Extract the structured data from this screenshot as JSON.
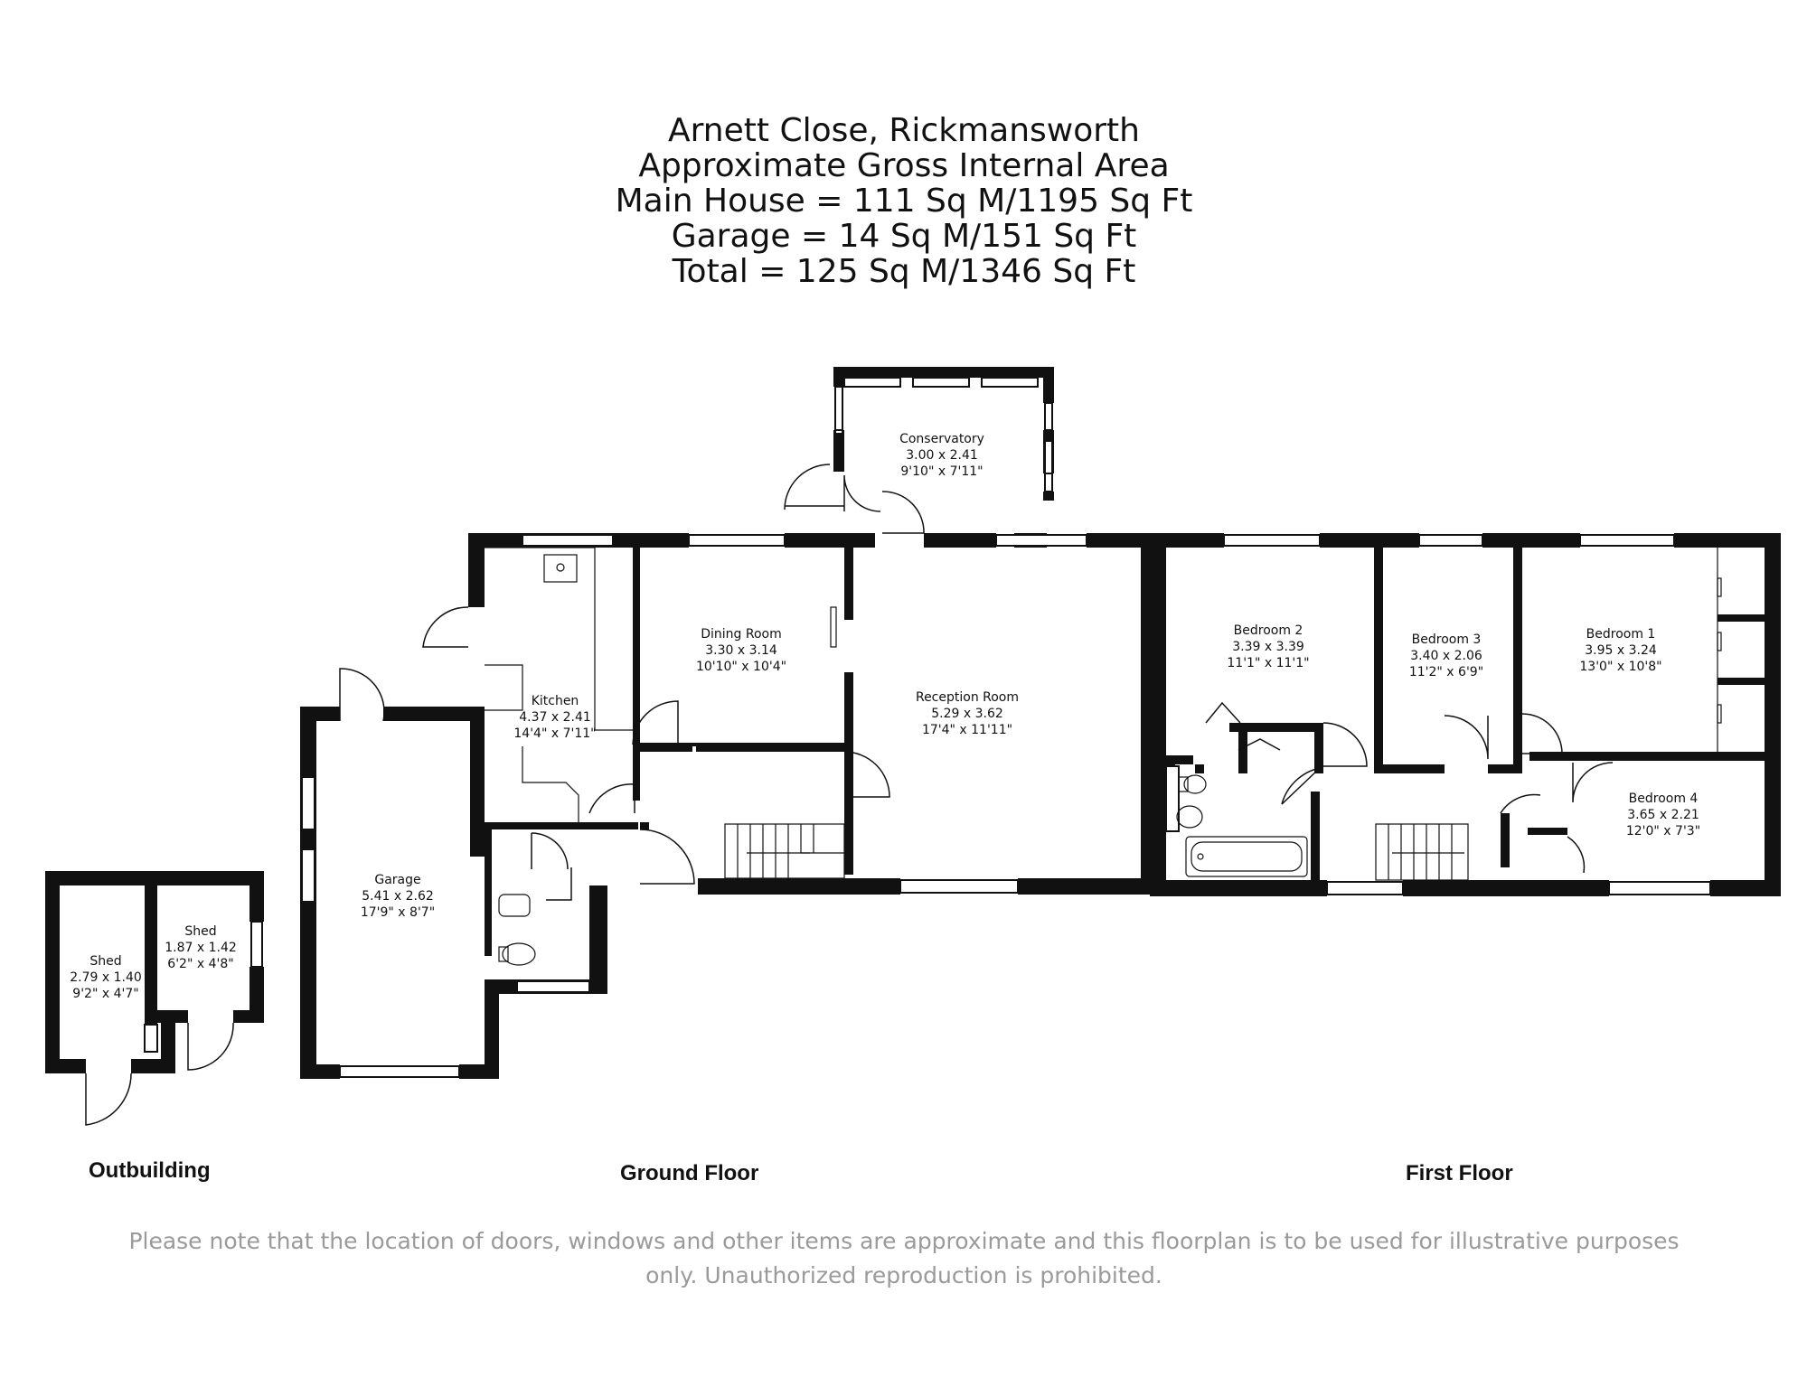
{
  "header": {
    "lines": [
      "Arnett Close, Rickmansworth",
      "Approximate Gross Internal Area",
      "Main House = 111 Sq M/1195 Sq Ft",
      "Garage = 14 Sq M/151 Sq Ft",
      "Total = 125 Sq M/1346 Sq Ft"
    ]
  },
  "rooms": {
    "conservatory": {
      "name": "Conservatory",
      "metric": "3.00 x 2.41",
      "imperial": "9'10\" x 7'11\""
    },
    "dining": {
      "name": "Dining Room",
      "metric": "3.30 x 3.14",
      "imperial": "10'10\" x 10'4\""
    },
    "kitchen": {
      "name": "Kitchen",
      "metric": "4.37 x 2.41",
      "imperial": "14'4\" x 7'11\""
    },
    "reception": {
      "name": "Reception Room",
      "metric": "5.29 x 3.62",
      "imperial": "17'4\" x 11'11\""
    },
    "garage": {
      "name": "Garage",
      "metric": "5.41 x 2.62",
      "imperial": "17'9\" x 8'7\""
    },
    "shed1": {
      "name": "Shed",
      "metric": "2.79 x 1.40",
      "imperial": "9'2\" x 4'7\""
    },
    "shed2": {
      "name": "Shed",
      "metric": "1.87 x 1.42",
      "imperial": "6'2\" x 4'8\""
    },
    "bedroom2": {
      "name": "Bedroom 2",
      "metric": "3.39 x 3.39",
      "imperial": "11'1\" x 11'1\""
    },
    "bedroom3": {
      "name": "Bedroom 3",
      "metric": "3.40 x 2.06",
      "imperial": "11'2\" x 6'9\""
    },
    "bedroom1": {
      "name": "Bedroom 1",
      "metric": "3.95 x 3.24",
      "imperial": "13'0\" x 10'8\""
    },
    "bedroom4": {
      "name": "Bedroom 4",
      "metric": "3.65 x 2.21",
      "imperial": "12'0\" x 7'3\""
    }
  },
  "labels": {
    "outbuilding": "Outbuilding",
    "ground_floor": "Ground Floor",
    "first_floor": "First Floor"
  },
  "disclaimer": "Please note that the location of doors, windows and other items are approximate and this floorplan is to be used for illustrative purposes only. Unauthorized reproduction is prohibited.",
  "colors": {
    "wall": "#111111",
    "window_frame": "#555555",
    "disclaimer_text": "#9a9a9a"
  }
}
